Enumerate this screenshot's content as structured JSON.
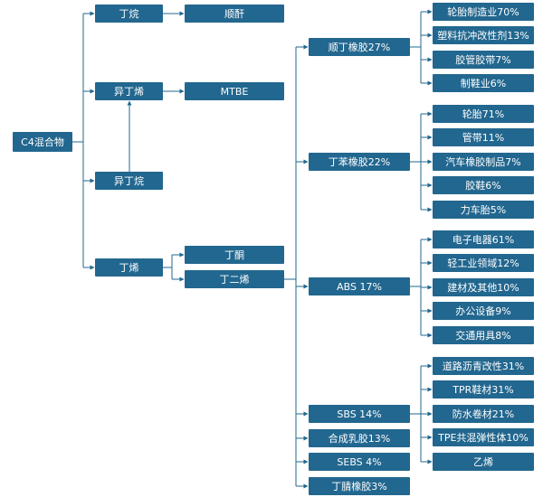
{
  "colors": {
    "box": "#22678f",
    "connector": "#22678f"
  },
  "nodes": {
    "c4": "C4混合物",
    "butane": "丁烷",
    "shunfu": "顺酐",
    "isobutylene": "异丁烯",
    "mtbe": "MTBE",
    "isobutane": "异丁烷",
    "butene": "丁烯",
    "butanone": "丁酮",
    "butadiene": "丁二烯",
    "br": "顺丁橡胶27%",
    "sbr": "丁苯橡胶22%",
    "abs": "ABS 17%",
    "sbs": "SBS 14%",
    "latex": "合成乳胶13%",
    "sebs": "SEBS 4%",
    "nbr": "丁腈橡胶3%",
    "br_uses": [
      "轮胎制造业70%",
      "塑料抗冲改性剂13%",
      "胶管胶带7%",
      "制鞋业6%"
    ],
    "sbr_uses": [
      "轮胎71%",
      "管带11%",
      "汽车橡胶制品7%",
      "胶鞋6%",
      "力车胎5%"
    ],
    "abs_uses": [
      "电子电器61%",
      "轻工业领域12%",
      "建材及其他10%",
      "办公设备9%",
      "交通用具8%"
    ],
    "sbs_uses": [
      "道路沥青改性31%",
      "TPR鞋材31%",
      "防水卷材21%",
      "TPE共混弹性体10%",
      "乙烯"
    ]
  }
}
